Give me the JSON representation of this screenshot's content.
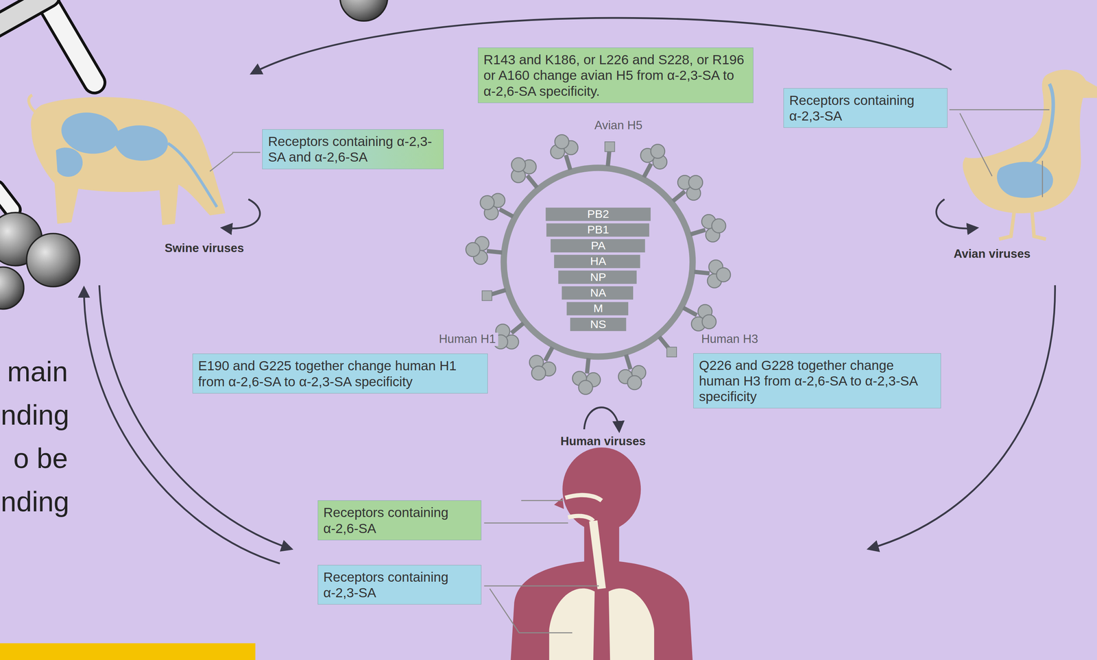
{
  "diagram": {
    "nodes": [
      {
        "text": [
          "R143 and K186, or L226 and S228, or R196 or A160 change avian H5 from α-2,3-SA to α-2,6-SA specificity."
        ]
      },
      {
        "text": [
          "Receptors containing α-2,3-SA and α-2,6-SA"
        ]
      },
      {
        "text": [
          "Receptors containing α-2,3-SA"
        ]
      },
      {
        "text": [
          "E190 and G225 together change human H1 from α-2,6-SA to α-2,3-SA specificity"
        ]
      },
      {
        "text": [
          "Q226 and G228 together change human H3 from α-2,6-SA to α-2,3-SA specificity"
        ]
      },
      {
        "text": [
          "Receptors containing α-2,6-SA"
        ]
      },
      {
        "text": [
          "Receptors containing α-2,3-SA"
        ]
      }
    ],
    "labels": [
      "Avian H5",
      "PB2",
      "PB1",
      "PA",
      "HA",
      "NP",
      "NA",
      "M",
      "NS",
      "Swine viruses",
      "Avian viruses",
      "Human H1",
      "Human H3",
      "main",
      "nding",
      "o be",
      "nding",
      "Human viruses"
    ]
  }
}
